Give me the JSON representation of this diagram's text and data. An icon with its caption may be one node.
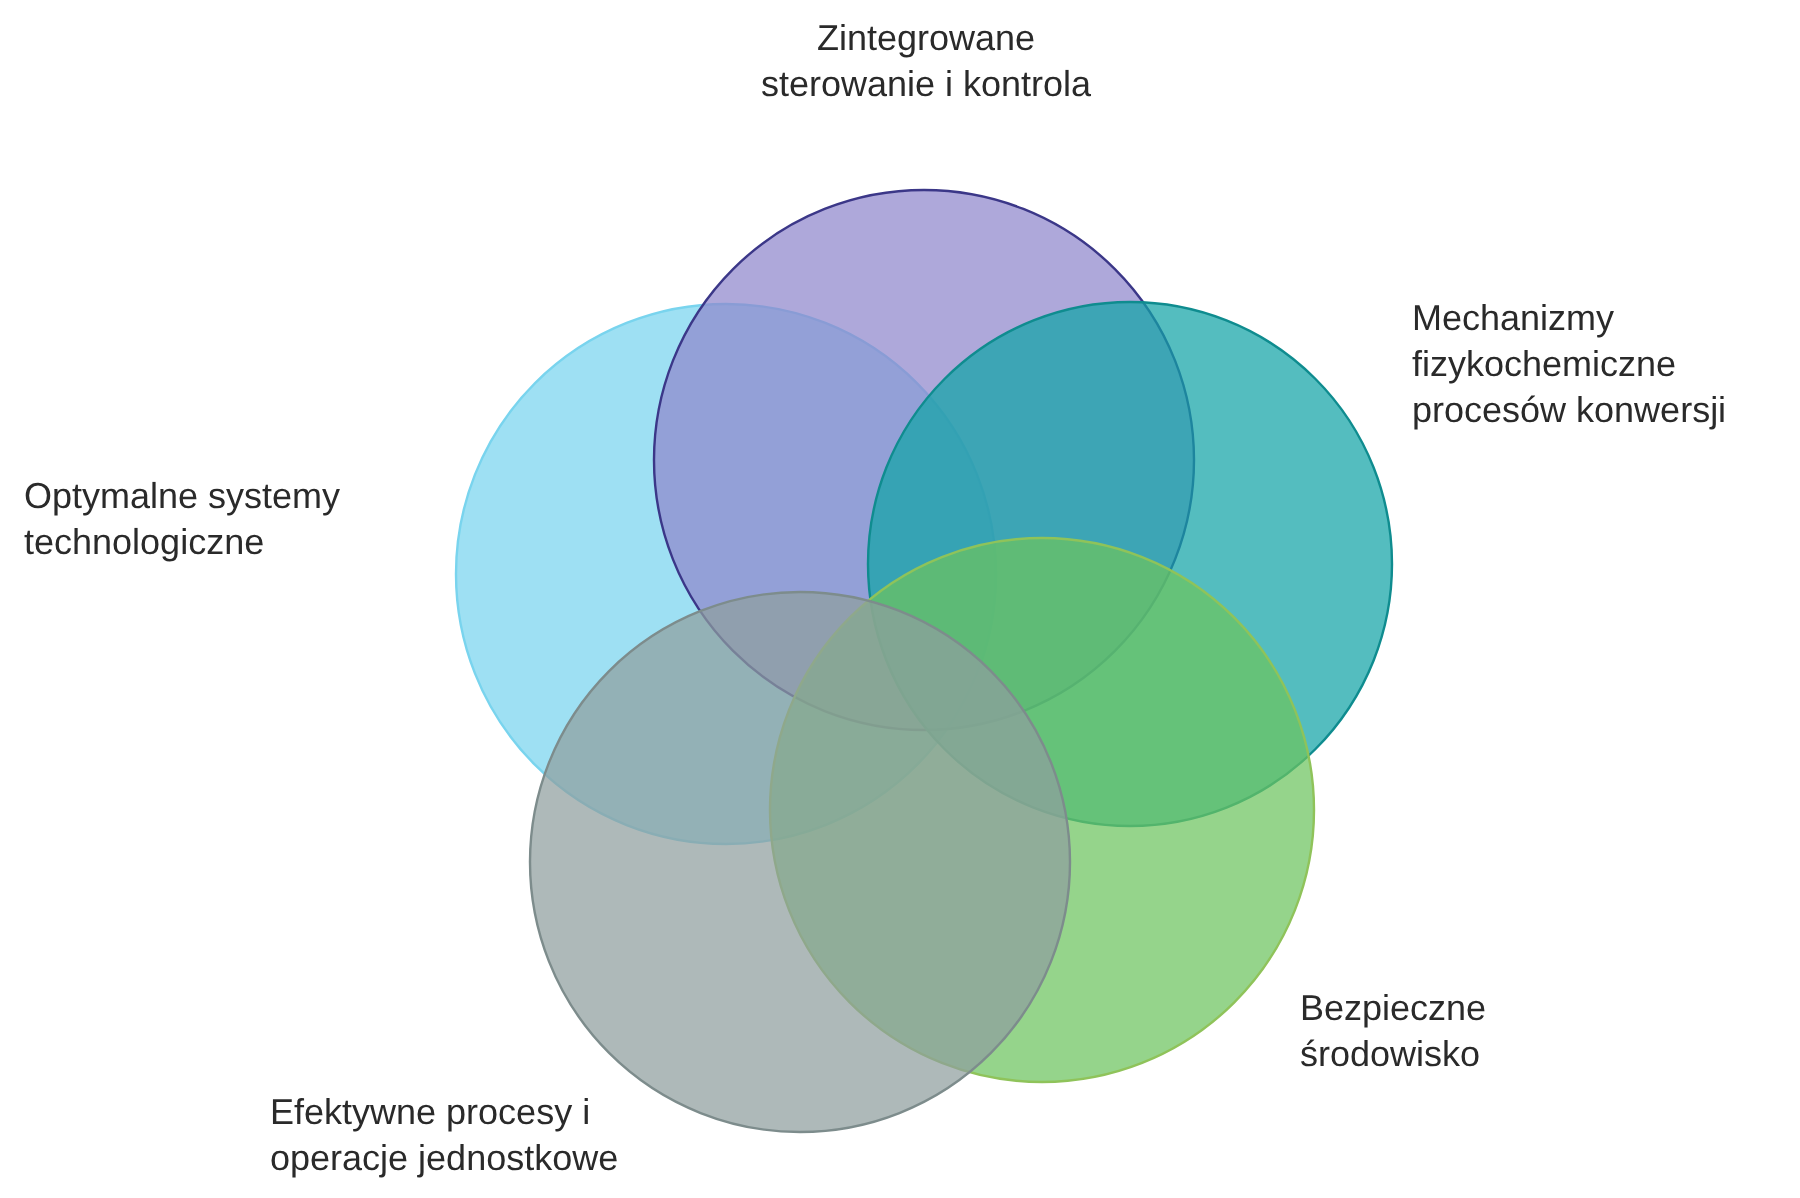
{
  "diagram": {
    "nodes": [
      {
        "text": [
          "Zintegrowane sterowanie i kontrola"
        ]
      },
      {
        "text": [
          "Mechanizmy fizykochemiczne procesów konwersji"
        ]
      },
      {
        "text": [
          "Optymalne systemy technologiczne"
        ]
      },
      {
        "text": [
          "Bezpieczne środowisko"
        ]
      },
      {
        "text": [
          "Efektywne procesy i operacje jednostkowe"
        ]
      }
    ]
  }
}
